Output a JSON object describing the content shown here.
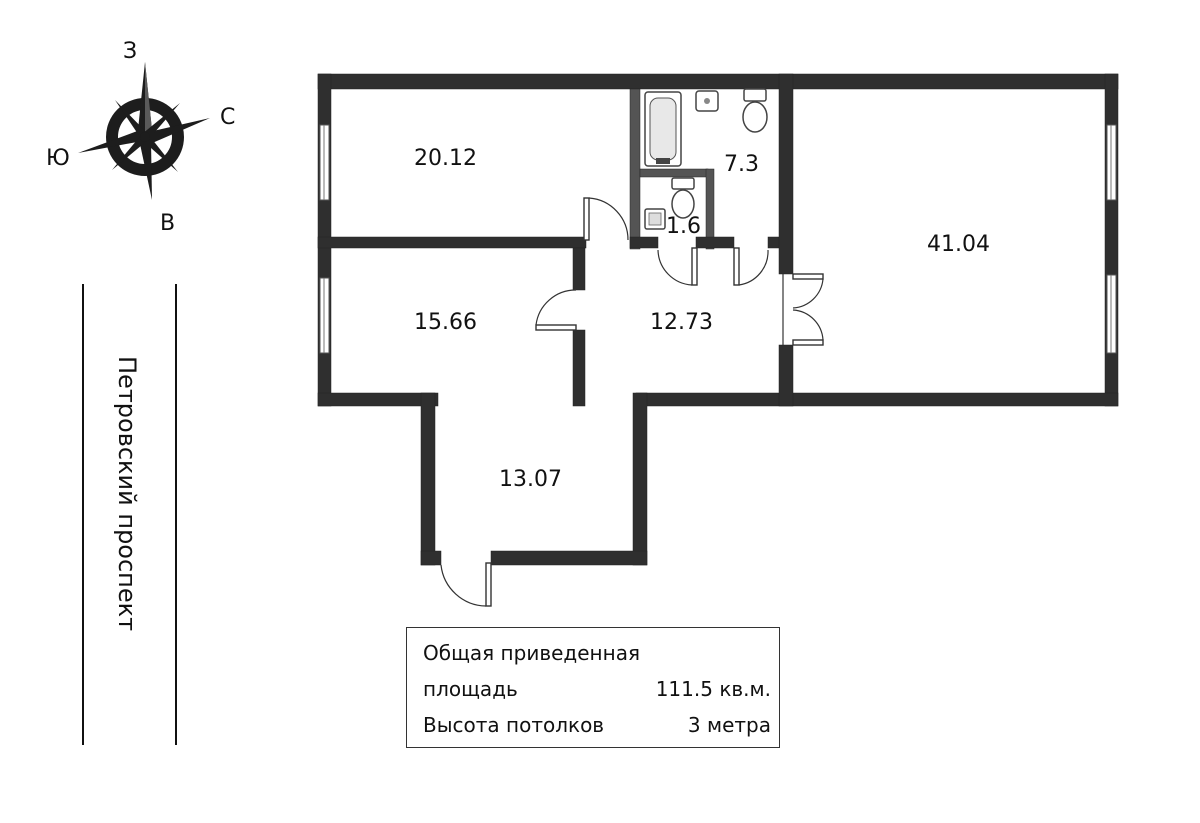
{
  "compass": {
    "north": "С",
    "west": "З",
    "south": "Ю",
    "east": "В"
  },
  "street": "Петровский проспект",
  "rooms": [
    {
      "id": "room-nw",
      "area": "20.12"
    },
    {
      "id": "room-w",
      "area": "15.66"
    },
    {
      "id": "hall",
      "area": "12.73"
    },
    {
      "id": "bathroom",
      "area": "7.3"
    },
    {
      "id": "wc",
      "area": "1.6"
    },
    {
      "id": "room-e",
      "area": "41.04"
    },
    {
      "id": "entry",
      "area": "13.07"
    }
  ],
  "summary": {
    "total_label_line1": "Общая приведенная",
    "total_label_line2": "площадь",
    "total_value": "111.5 кв.м.",
    "ceiling_label": "Высота потолков",
    "ceiling_value": "3 метра"
  }
}
